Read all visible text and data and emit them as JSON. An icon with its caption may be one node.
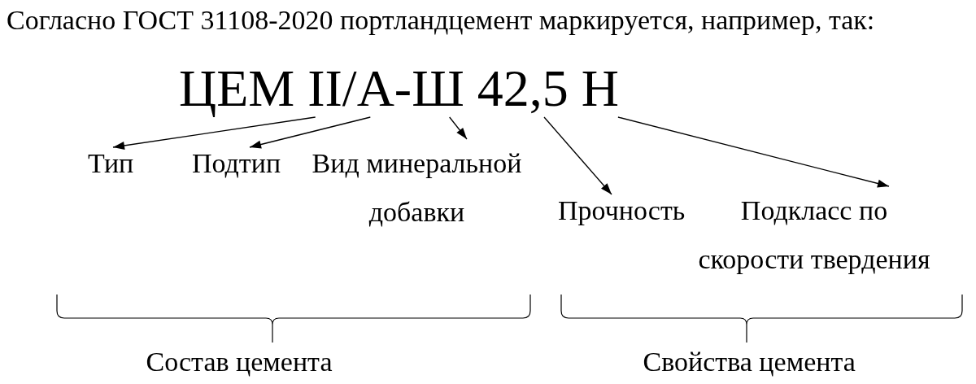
{
  "diagram": {
    "title": "Согласно ГОСТ 31108-2020 портландцемент маркируется, например, так:",
    "nodes": [
      {
        "text": [
          "ЦЕМ II/А-Ш 42,5 Н"
        ]
      },
      {
        "text": [
          "Тип"
        ]
      },
      {
        "text": [
          "Подтип"
        ]
      },
      {
        "text": [
          "Вид минеральной добавки"
        ]
      },
      {
        "text": [
          "Прочность"
        ]
      },
      {
        "text": [
          "Подкласс по скорости твердения"
        ]
      }
    ],
    "edges": [
      {
        "from": 0,
        "to": 1,
        "arrow": "to"
      },
      {
        "from": 0,
        "to": 2,
        "arrow": "to"
      },
      {
        "from": 0,
        "to": 3,
        "arrow": "to"
      },
      {
        "from": 0,
        "to": 4,
        "arrow": "to"
      },
      {
        "from": 0,
        "to": 5,
        "arrow": "to"
      }
    ],
    "labels": [
      "Состав цемента",
      "Свойства цемента"
    ]
  }
}
